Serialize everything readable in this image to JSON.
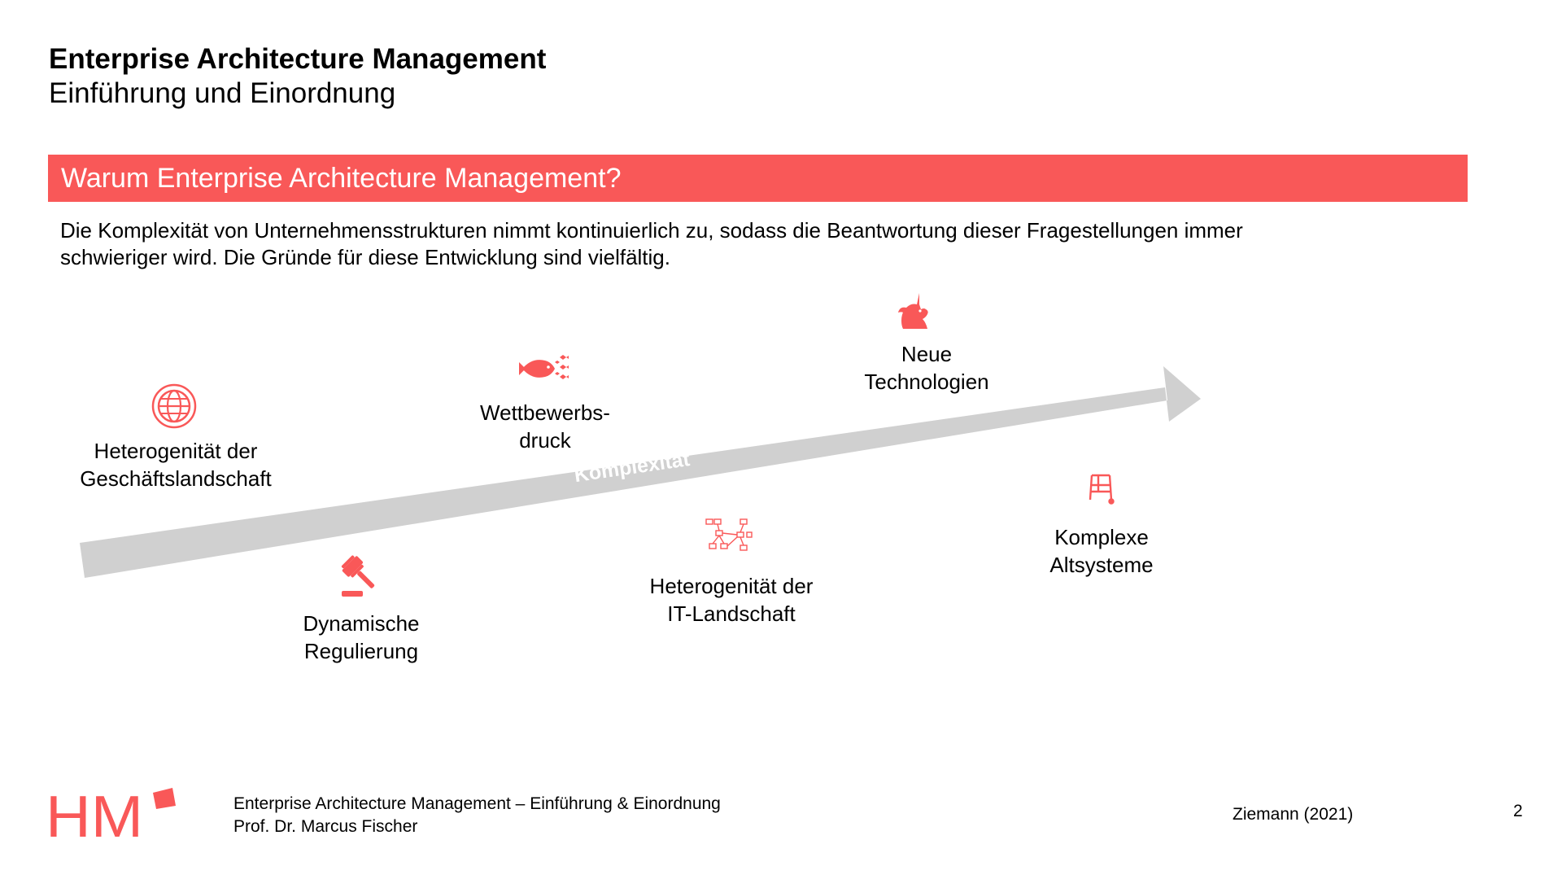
{
  "header": {
    "title": "Enterprise Architecture Management",
    "subtitle": "Einführung und Einordnung"
  },
  "section": {
    "title": "Warum Enterprise Architecture Management?"
  },
  "intro": {
    "line1": "Die Komplexität von Unternehmensstrukturen nimmt kontinuierlich zu, sodass die Beantwortung dieser Fragestellungen immer",
    "line2": "schwieriger wird. Die Gründe für diese Entwicklung sind vielfältig."
  },
  "arrow": {
    "label": "Komplexität",
    "color": "#d0d0d0",
    "label_color": "#ffffff"
  },
  "drivers": [
    {
      "icon": "globe-icon",
      "lines": [
        "Heterogenität der",
        "Geschäftslandschaft"
      ]
    },
    {
      "icon": "gavel-icon",
      "lines": [
        "Dynamische",
        "Regulierung"
      ]
    },
    {
      "icon": "fish-competition-icon",
      "lines": [
        "Wettbewerbs-",
        "druck"
      ]
    },
    {
      "icon": "network-icon",
      "lines": [
        "Heterogenität der",
        "IT-Landschaft"
      ]
    },
    {
      "icon": "unicorn-icon",
      "lines": [
        "Neue",
        "Technologien"
      ]
    },
    {
      "icon": "walker-icon",
      "lines": [
        "Komplexe",
        "Altsysteme"
      ]
    }
  ],
  "footer": {
    "logo_text": "HM",
    "line1": "Enterprise Architecture Management – Einführung & Einordnung",
    "line2": "Prof. Dr. Marcus Fischer",
    "source": "Ziemann (2021)",
    "page": "2"
  },
  "colors": {
    "accent": "#f95858",
    "arrow": "#d0d0d0",
    "text": "#000000"
  }
}
